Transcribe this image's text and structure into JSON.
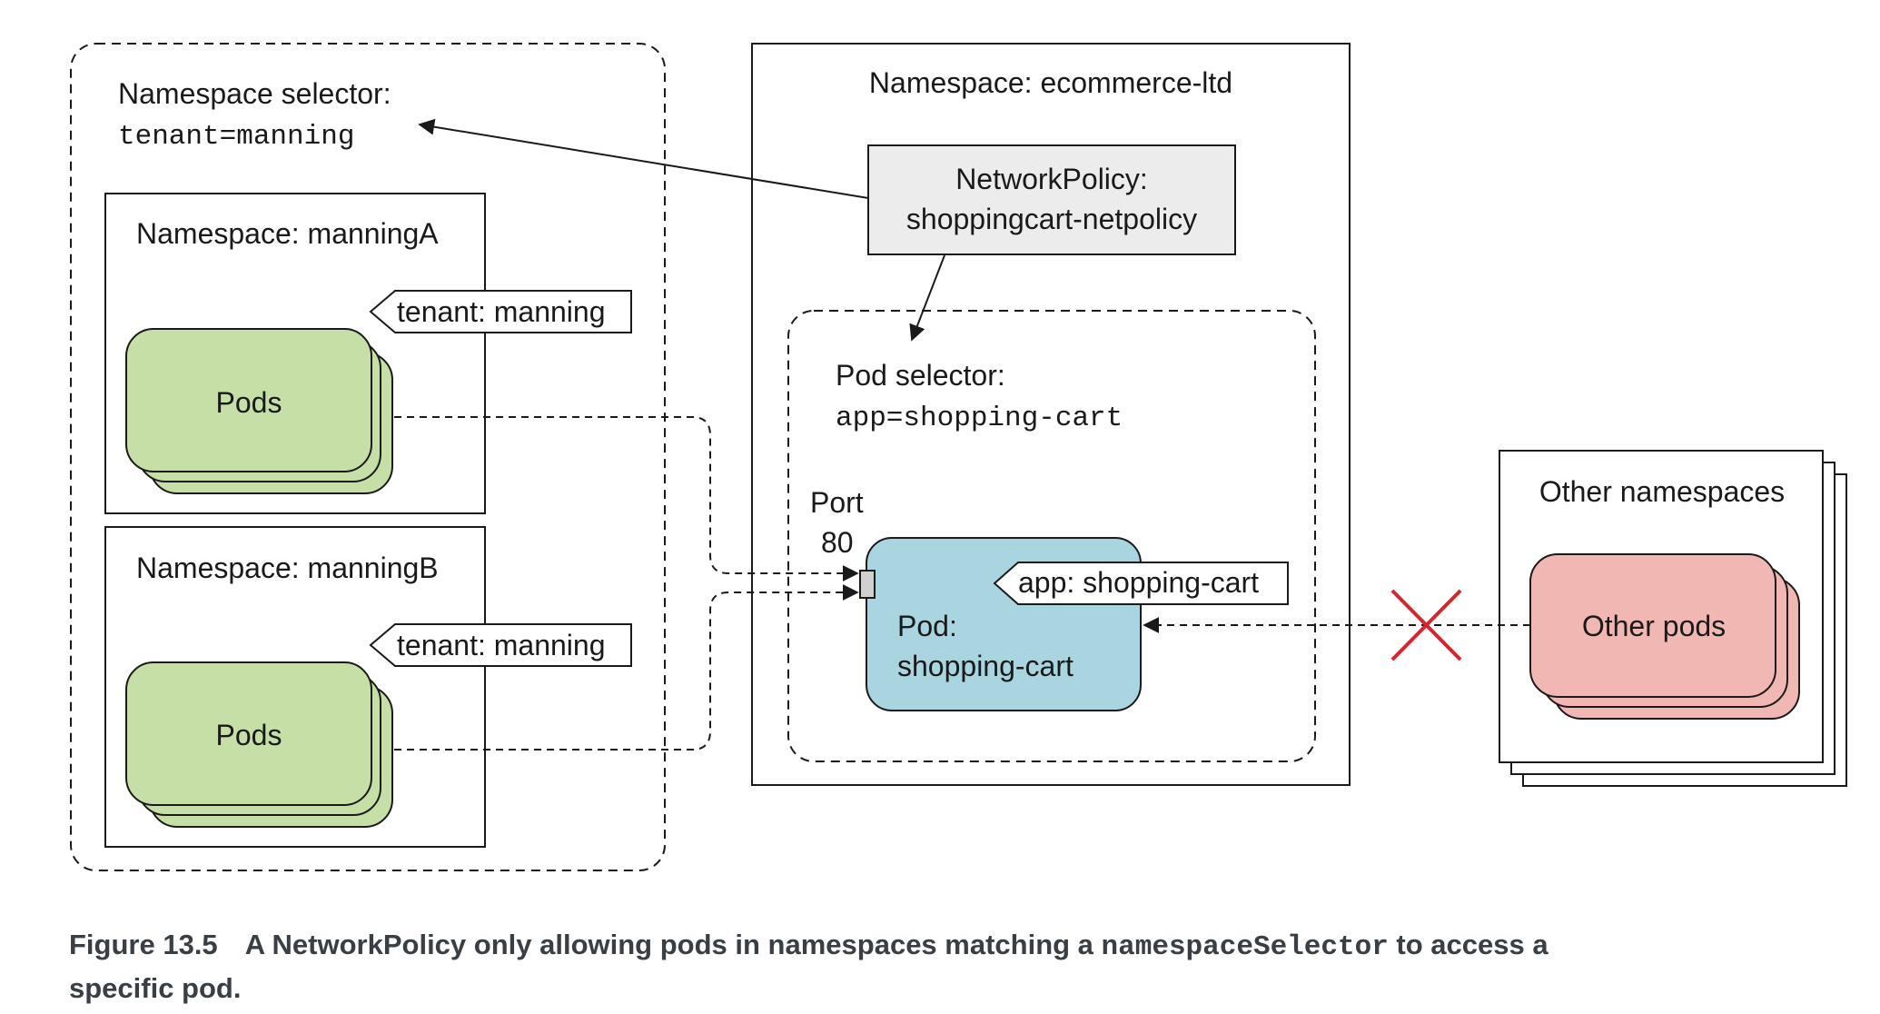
{
  "colors": {
    "pods_green": "#c6dfa7",
    "pod_blue": "#a8d5df",
    "other_pods_red": "#f0b7b3",
    "policy_gray": "#ececec",
    "cross_red": "#d9232d",
    "caption_text": "#3a3f45"
  },
  "left_group": {
    "selector_title": "Namespace selector:",
    "selector_value": "tenant=manning",
    "namespace_a": {
      "title": "Namespace: manningA",
      "label": "tenant: manning",
      "pods": "Pods"
    },
    "namespace_b": {
      "title": "Namespace: manningB",
      "label": "tenant: manning",
      "pods": "Pods"
    }
  },
  "center": {
    "namespace_title": "Namespace: ecommerce-ltd",
    "policy_line1": "NetworkPolicy:",
    "policy_line2": "shoppingcart-netpolicy",
    "pod_selector_title": "Pod selector:",
    "pod_selector_value": "app=shopping-cart",
    "port_label": "Port",
    "port_number": "80",
    "pod_label": "app: shopping-cart",
    "pod_line1": "Pod:",
    "pod_line2": "shopping-cart"
  },
  "right_group": {
    "title": "Other namespaces",
    "pods": "Other pods",
    "blocked_icon": "cross-icon"
  },
  "caption": {
    "figure": "Figure 13.5",
    "text_before": "A NetworkPolicy only allowing pods in namespaces matching a ",
    "code": "namespaceSelector",
    "text_after": " to access a",
    "line2": "specific pod."
  }
}
